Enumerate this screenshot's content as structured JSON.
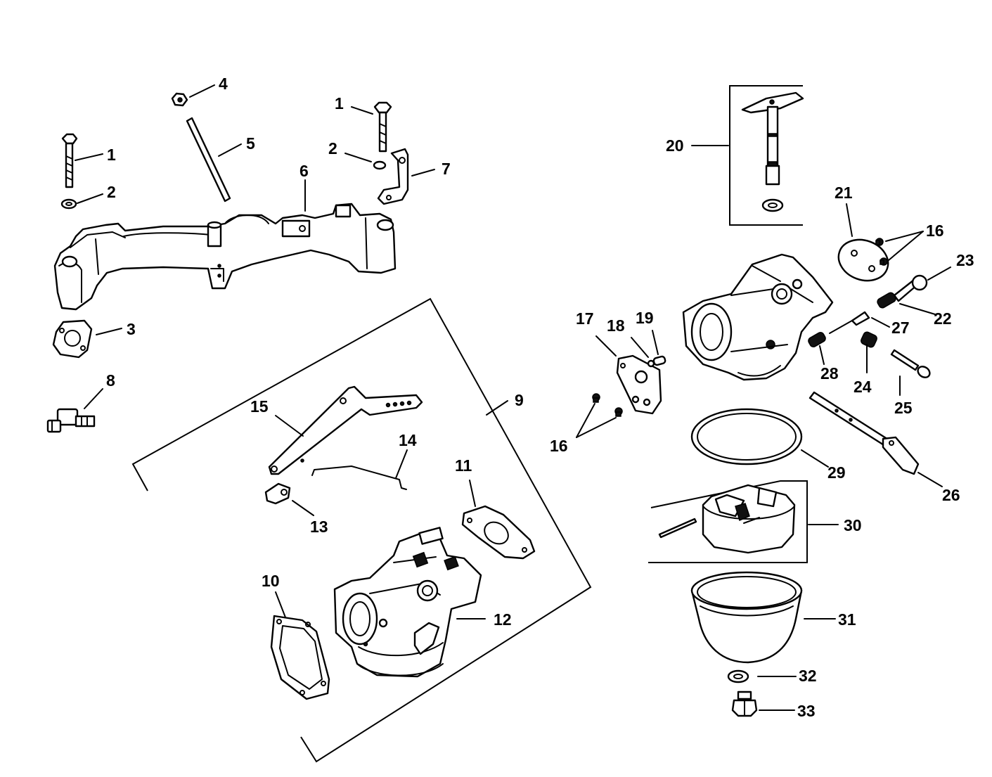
{
  "callouts": {
    "c1a": "1",
    "c2a": "2",
    "c1b": "1",
    "c2b": "2",
    "c3": "3",
    "c4": "4",
    "c5": "5",
    "c6": "6",
    "c7": "7",
    "c8": "8",
    "c9": "9",
    "c10": "10",
    "c11": "11",
    "c12": "12",
    "c13": "13",
    "c14": "14",
    "c15": "15",
    "c16a": "16",
    "c16b": "16",
    "c17": "17",
    "c18": "18",
    "c19": "19",
    "c20": "20",
    "c21": "21",
    "c22": "22",
    "c23": "23",
    "c24": "24",
    "c25": "25",
    "c26": "26",
    "c27": "27",
    "c28": "28",
    "c29": "29",
    "c30": "30",
    "c31": "31",
    "c32": "32",
    "c33": "33"
  }
}
